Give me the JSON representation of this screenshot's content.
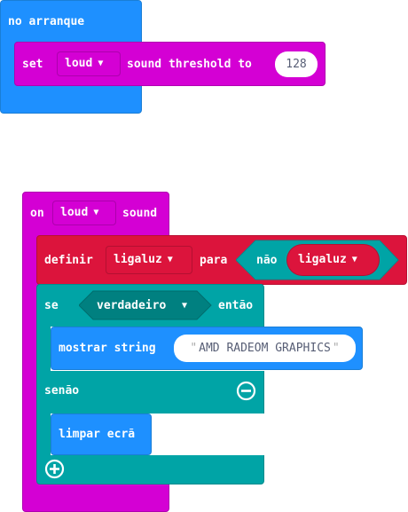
{
  "colors": {
    "basic": "#1e90ff",
    "input": "#d400d4",
    "variables": "#dc143c",
    "logic": "#00a4a6",
    "logic_dark": "#008080"
  },
  "start_block": {
    "label": "no arranque",
    "set_label": "set",
    "dropdown_value": "loud",
    "tail_label": "sound threshold to",
    "value": "128"
  },
  "event_block": {
    "on_label": "on",
    "dropdown_value": "loud",
    "tail_label": "sound",
    "set_var": {
      "label": "definir",
      "var_name": "ligaluz",
      "to_label": "para",
      "not_label": "não",
      "var_ref": "ligaluz"
    },
    "if_block": {
      "if_label": "se",
      "condition": "verdadeiro",
      "then_label": "então",
      "else_label": "senão",
      "show_string_label": "mostrar string",
      "show_string_value": "AMD RADEOM GRAPHICS",
      "clear_label": "limpar ecrã",
      "minus_icon": "minus-circle-icon",
      "plus_icon": "plus-circle-icon"
    }
  }
}
